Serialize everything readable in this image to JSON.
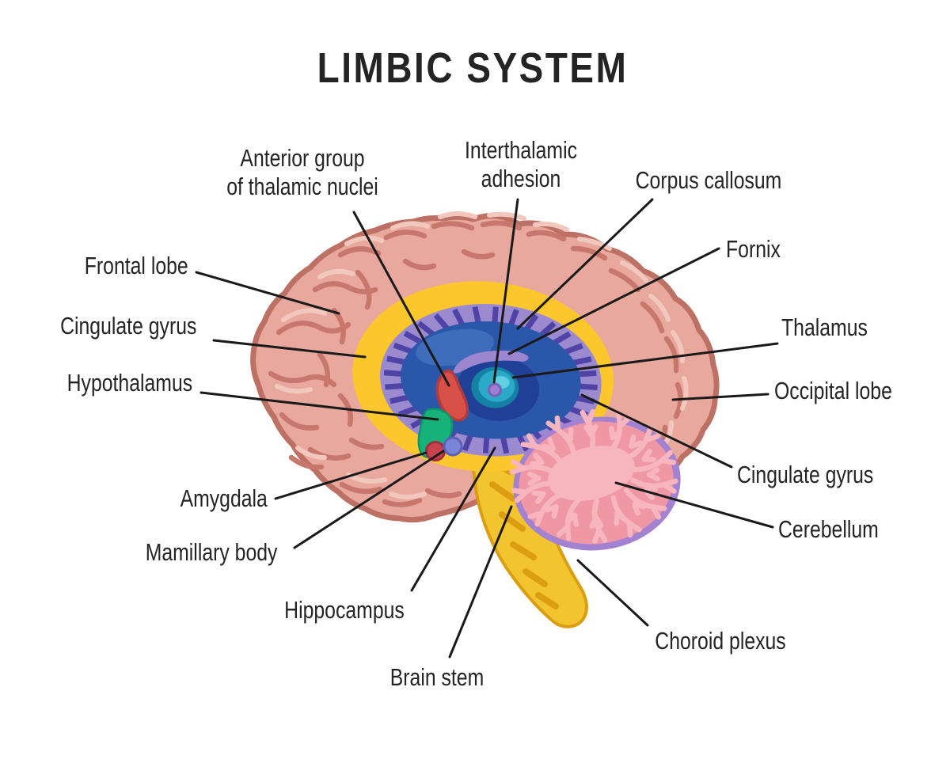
{
  "title": "LIMBIC SYSTEM",
  "labels": {
    "anterior_group": {
      "text": "Anterior group\nof thalamic nuclei"
    },
    "interthalamic_adhesion": {
      "text": "Interthalamic\nadhesion"
    },
    "corpus_callosum": {
      "text": "Corpus callosum"
    },
    "fornix": {
      "text": "Fornix"
    },
    "frontal_lobe": {
      "text": "Frontal lobe"
    },
    "cingulate_gyrus_left": {
      "text": "Cingulate gyrus"
    },
    "hypothalamus": {
      "text": "Hypothalamus"
    },
    "thalamus": {
      "text": "Thalamus"
    },
    "occipital_lobe": {
      "text": "Occipital lobe"
    },
    "cingulate_gyrus_right": {
      "text": "Cingulate gyrus"
    },
    "cerebellum": {
      "text": "Cerebellum"
    },
    "amygdala": {
      "text": "Amygdala"
    },
    "mamillary_body": {
      "text": "Mamillary body"
    },
    "hippocampus": {
      "text": "Hippocampus"
    },
    "brain_stem": {
      "text": "Brain stem"
    },
    "choroid_plexus": {
      "text": "Choroid plexus"
    }
  },
  "palette": {
    "background": "#ffffff",
    "text": "#242424",
    "leader_line": "#1a1a1a",
    "cerebrum_fill": "#e9a89e",
    "cerebrum_outline": "#bd7165",
    "gyri_shadow": "#c8776c",
    "gyri_highlight": "#f2c8be",
    "band_yellow": "#fcc62d",
    "stem_yellow": "#f2c42f",
    "stem_stripe": "#db9d12",
    "limbic_purple": "#9c8ad0",
    "limbic_stripe": "#4f43a5",
    "inner_blue": "#2b57ab",
    "inner_blue_light": "#3f6cbd",
    "inner_navy": "#203f97",
    "thalamus_teal": "#1581a5",
    "thalamus_teal_mid": "#2aaac6",
    "thalamus_teal_light": "#5ed0e2",
    "interthalamic_dot": "#9b7fd0",
    "interthalamic_dot_ring": "#7e5fb8",
    "fornix_lilac": "#9c86cf",
    "anterior_red": "#d85048",
    "anterior_red_edge": "#b23b3e",
    "hypothalamus_green": "#17b27c",
    "hypothalamus_green_edge": "#0f9468",
    "amygdala_red": "#c8434e",
    "amygdala_red_edge": "#a12f3b",
    "mamillary_blue": "#7b85d8",
    "mamillary_blue_edge": "#5b61bb",
    "cerebellum_pink": "#ef97a5",
    "cerebellum_branch": "#f7b6be",
    "cerebellum_rim": "#a383d1"
  }
}
